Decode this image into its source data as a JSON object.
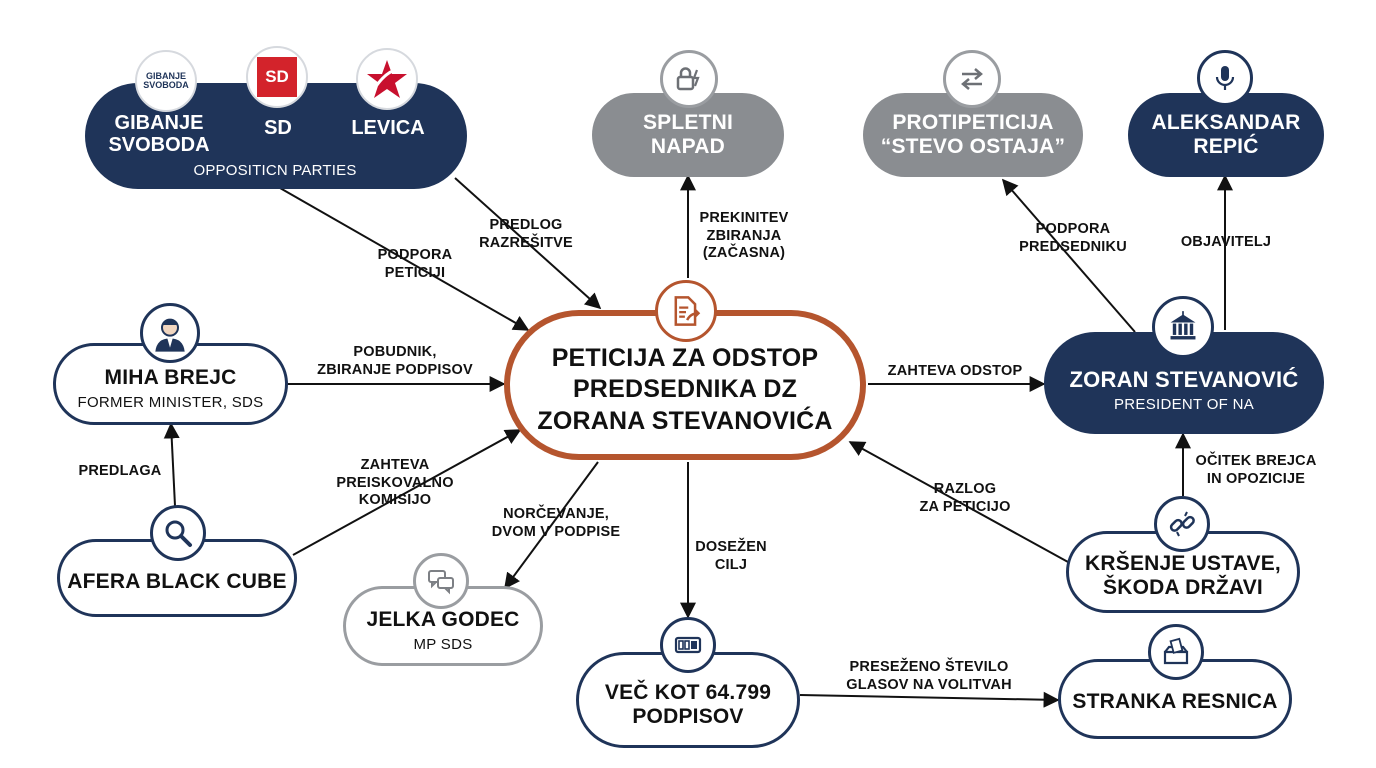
{
  "nodes": {
    "opposition": {
      "parties": [
        {
          "name": "GIBANJE\nSVOBODA",
          "logo_text": "GIBANJE\nSVOBODA"
        },
        {
          "name": "SD",
          "logo_text": "SD"
        },
        {
          "name": "LEVICA"
        }
      ],
      "subtitle": "OPPOSITICN PARTIES"
    },
    "spletni": {
      "title": "SPLETNI\nNAPAD"
    },
    "protipeticija": {
      "title": "PROTIPETICIJA\n“STEVO OSTAJA”"
    },
    "repic": {
      "title": "ALEKSANDAR\nREPIĆ"
    },
    "brejc": {
      "title": "MIHA BREJC",
      "subtitle": "FORMER MINISTER, SDS"
    },
    "peticija": {
      "title": "PETICIJA ZA ODSTOP\nPREDSEDNIKA DZ\nZORANA STEVANOVIĆA"
    },
    "stevanovic": {
      "title": "ZORAN STEVANOVIĆ",
      "subtitle": "PRESIDENT OF NA"
    },
    "black_cube": {
      "title": "AFERA BLACK CUBE"
    },
    "godec": {
      "title": "JELKA GODEC",
      "subtitle": "MP SDS"
    },
    "podpisi": {
      "title": "VEČ KOT 64.799\nPODPISOV"
    },
    "resnica": {
      "title": "STRANKA RESNICA"
    },
    "krsenje": {
      "title": "KRŠENJE USTAVE,\nŠKODA DRŽAVI"
    }
  },
  "edges": {
    "podpora_peticiji": "PODPORA\nPETICIJI",
    "predlog_razresitve": "PREDLOG\nRAZREŠITVE",
    "prekinitev": "PREKINITEV\nZBIRANJA\n(ZAČASNA)",
    "podpora_predsedniku": "PODPORA\nPREDSEDNIKU",
    "objavitelj": "OBJAVITELJ",
    "pobudnik": "POBUDNIK,\nZBIRANJE PODPISOV",
    "zahteva_odstop": "ZAHTEVA ODSTOP",
    "predlaga": "PREDLAGA",
    "zahteva_komisijo": "ZAHTEVA\nPREISKOVALNO\nKOMISIJO",
    "norcevanje": "NORČEVANJE,\nDVOM V PODPISE",
    "dosezen_cilj": "DOSEŽEN\nCILJ",
    "razlog": "RAZLOG\nZA PETICIJO",
    "ocitek": "OČITEK BREJCA\nIN OPOZICIJE",
    "preseženo": "PRESEŽENO ŠTEVILO\nGLASOV NA VOLITVAH"
  },
  "icons": {
    "spletni": "lock-bolt-icon",
    "protipeticija": "swap-arrows-icon",
    "repic": "microphone-icon",
    "brejc": "person-portrait-icon",
    "peticija": "document-share-icon",
    "stevanovic": "parliament-building-icon",
    "black_cube": "magnifier-icon",
    "godec": "chat-bubbles-icon",
    "podpisi": "counter-icon",
    "resnica": "ballot-box-icon",
    "krsenje": "broken-chain-icon",
    "levica": "red-star-icon"
  },
  "colors": {
    "navy": "#1f3459",
    "gray": "#8a8d91",
    "orange": "#b5552e",
    "sd_red": "#d3232b",
    "levica_red": "#c8102e"
  }
}
